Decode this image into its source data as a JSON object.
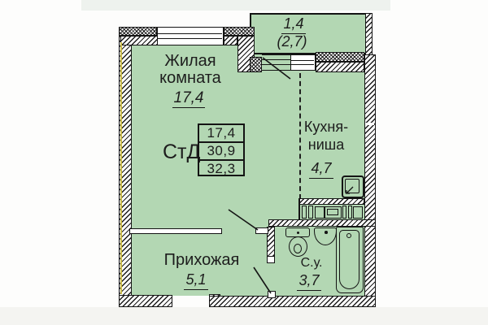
{
  "floorplan": {
    "unit_stamp": {
      "label": "СтД",
      "values": [
        "17,4",
        "30,9",
        "32,3"
      ]
    },
    "rooms": {
      "living": {
        "name": "Жилая комната",
        "area": "17,4"
      },
      "kitchen": {
        "name": "Кухня-ниша",
        "area": "4,7"
      },
      "hallway": {
        "name": "Прихожая",
        "area": "5,1"
      },
      "bathroom": {
        "name": "С.у.",
        "area": "3,7"
      },
      "balcony": {
        "area": "1,4",
        "area_with_coefficient": "(2,7)"
      }
    },
    "colors": {
      "floor_fill": "#b3d7b3",
      "line": "#141414",
      "insulation_stripe": "#c9ba4a"
    }
  }
}
